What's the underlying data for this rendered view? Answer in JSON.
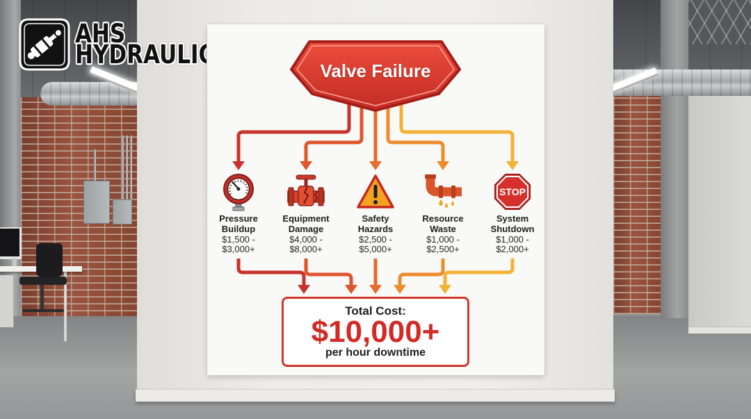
{
  "logo": {
    "line1": "AHS",
    "line2": "HYDRAULICS"
  },
  "diagram": {
    "title": "Valve Failure",
    "items": [
      {
        "icon": "pressure-gauge-icon",
        "label": [
          "Pressure",
          "Buildup"
        ],
        "cost": [
          "$1,500 -",
          "$3,000+"
        ]
      },
      {
        "icon": "broken-valve-icon",
        "label": [
          "Equipment",
          "Damage"
        ],
        "cost": [
          "$4,000 -",
          "$8,000+"
        ]
      },
      {
        "icon": "warning-triangle-icon",
        "label": [
          "Safety",
          "Hazards"
        ],
        "cost": [
          "$2,500 -",
          "$5,000+"
        ]
      },
      {
        "icon": "leaking-pipe-icon",
        "label": [
          "Resource",
          "Waste"
        ],
        "cost": [
          "$1,000 -",
          "$2,500+"
        ]
      },
      {
        "icon": "stop-sign-icon",
        "label": [
          "System",
          "Shutdown"
        ],
        "cost": [
          "$1,000 -",
          "$2,000+"
        ]
      }
    ],
    "stop_sign_text": "STOP",
    "total": {
      "label": "Total Cost:",
      "value": "$10,000+",
      "note": "per hour downtime"
    }
  },
  "colors": {
    "branches": [
      "#c8322a",
      "#df562c",
      "#e86a2c",
      "#ee8c2d",
      "#f2b236"
    ],
    "title_fill": "#ec4d3c",
    "total_value": "#d22b26",
    "total_border": "#d2362c"
  }
}
